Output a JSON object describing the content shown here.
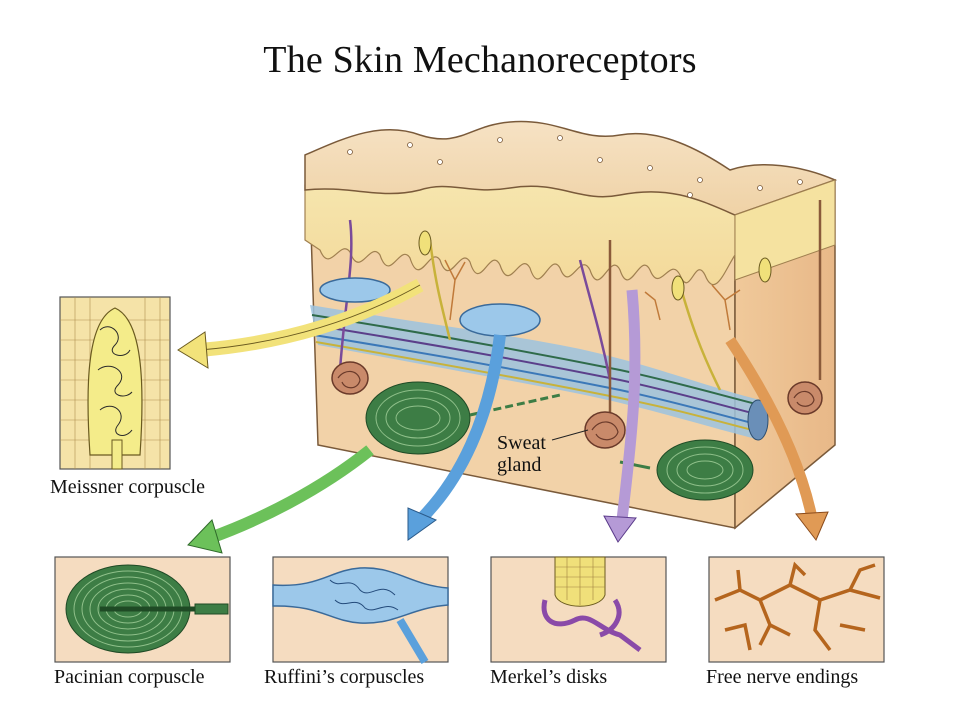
{
  "title": "The Skin Mechanoreceptors",
  "labels": {
    "sweat_gland": [
      "Sweat",
      "gland"
    ],
    "meissner": "Meissner corpuscle",
    "pacinian": "Pacinian corpuscle",
    "ruffini": "Ruffini’s corpuscles",
    "merkel": "Merkel’s disks",
    "free": "Free nerve endings"
  },
  "colors": {
    "epidermis": "#f3dcb4",
    "dermis": "#f2d2a8",
    "panel_bg": "#f5dcc0",
    "arrow_meissner": "#f2e27a",
    "arrow_pacinian": "#6cc15a",
    "arrow_ruffini": "#5aa0dc",
    "arrow_merkel": "#b59ad6",
    "arrow_free": "#e09a55",
    "pacinian_green": "#3d7d45",
    "ruffini_blue": "#7ab0de",
    "free_nerve": "#b5651d"
  }
}
